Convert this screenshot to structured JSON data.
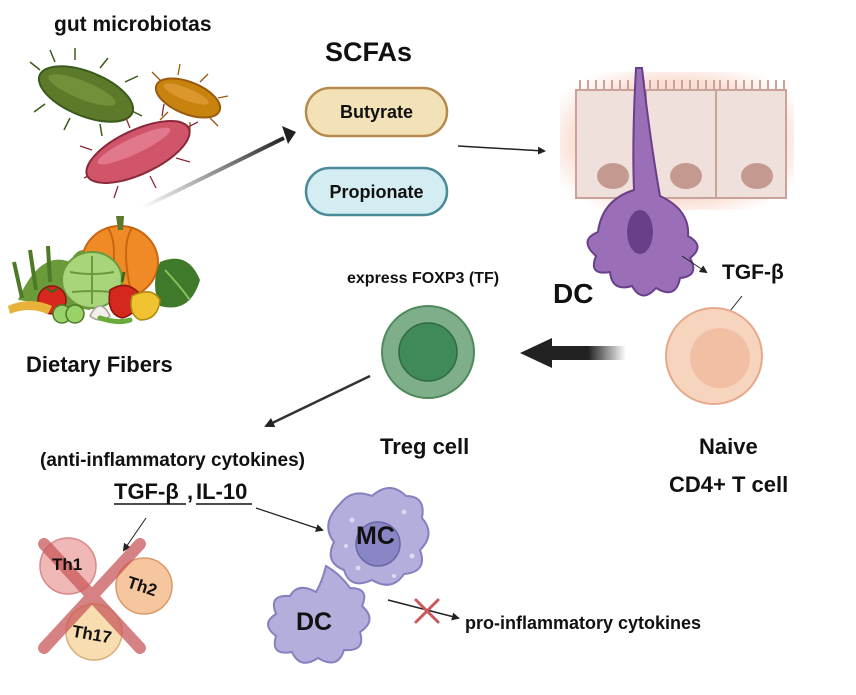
{
  "labels": {
    "gut_microbiotas": "gut microbiotas",
    "scfas": "SCFAs",
    "butyrate": "Butyrate",
    "propionate": "Propionate",
    "dietary_fibers": "Dietary Fibers",
    "dc_main": "DC",
    "tgf_beta_top": "TGF-β",
    "express_foxp3": "express FOXP3 (TF)",
    "treg_cell": "Treg cell",
    "naive_line1": "Naive",
    "naive_line2": "CD4+ T cell",
    "anti_inflammatory": "(anti-inflammatory cytokines)",
    "tgf_beta_bottom": "TGF-β",
    "comma": ",",
    "il_10": "IL-10",
    "th1": "Th1",
    "th2": "Th2",
    "th17": "Th17",
    "mc": "MC",
    "dc_small": "DC",
    "pro_inflammatory": "pro-inflammatory cytokines"
  },
  "colors": {
    "butyrate_fill": "#f3e1b8",
    "butyrate_border": "#b58a4a",
    "propionate_fill": "#d3edf2",
    "propionate_border": "#4a8a99",
    "dc_purple": "#9a6fb8",
    "treg_green": "#7fae8a",
    "naive_peach": "#f7d4bd",
    "mc_lavender": "#b3aedb",
    "cross_red": "#c9595b"
  },
  "icons": [
    "bacteria-icon",
    "vegetables-icon",
    "epithelium-icon",
    "dendritic-cell-icon",
    "treg-cell-icon",
    "naive-t-cell-icon",
    "mast-cell-icon",
    "cross-icon"
  ]
}
